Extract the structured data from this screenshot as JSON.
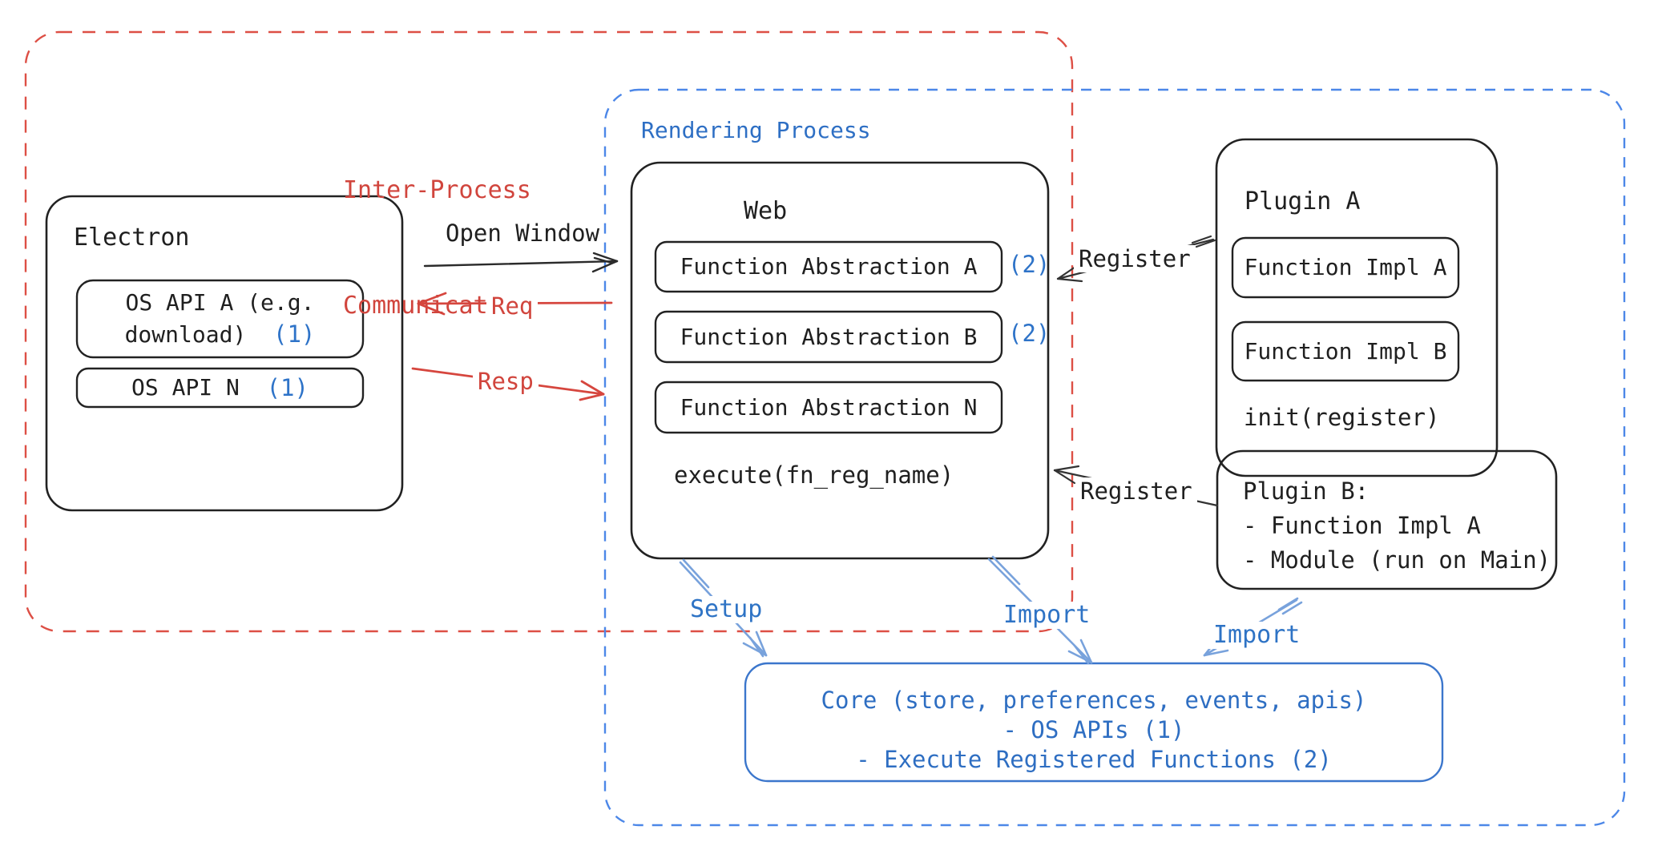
{
  "ipc": {
    "title_line1": "Inter-Process",
    "title_line2": "Communication"
  },
  "rendering": {
    "title": "Rendering Process"
  },
  "electron": {
    "title": "Electron",
    "os_api_a_line1": "OS API A (e.g.",
    "os_api_a_line2": "download)",
    "os_api_a_tag": "(1)",
    "os_api_n": "OS API N",
    "os_api_n_tag": "(1)"
  },
  "labels": {
    "open_window": "Open Window",
    "req": "Req",
    "resp": "Resp",
    "register_top": "Register",
    "register_bottom": "Register",
    "setup": "Setup",
    "import_web": "Import",
    "import_plugin": "Import"
  },
  "web": {
    "title": "Web",
    "fn_a": "Function Abstraction A",
    "fn_a_tag": "(2)",
    "fn_b": "Function Abstraction B",
    "fn_b_tag": "(2)",
    "fn_n": "Function Abstraction N",
    "execute": "execute(fn_reg_name)"
  },
  "plugin_a": {
    "title": "Plugin A",
    "impl_a": "Function Impl A",
    "impl_b": "Function Impl B",
    "init": "init(register)"
  },
  "plugin_b": {
    "line1": "Plugin B:",
    "line2": "- Function Impl A",
    "line3": "- Module (run on Main)"
  },
  "core": {
    "line1": "Core (store, preferences, events, apis)",
    "line2": "- OS APIs (1)",
    "line3": "- Execute Registered Functions (2)"
  },
  "colors": {
    "ink": "#1f1f1f",
    "red": "#d1453d",
    "blue_text": "#2e6fc4",
    "blue_dashed_border": "#4c87e8",
    "blue_arrow": "#78a2dc",
    "core_border": "#3b76cc",
    "badge_blue": "#2e73c8"
  }
}
